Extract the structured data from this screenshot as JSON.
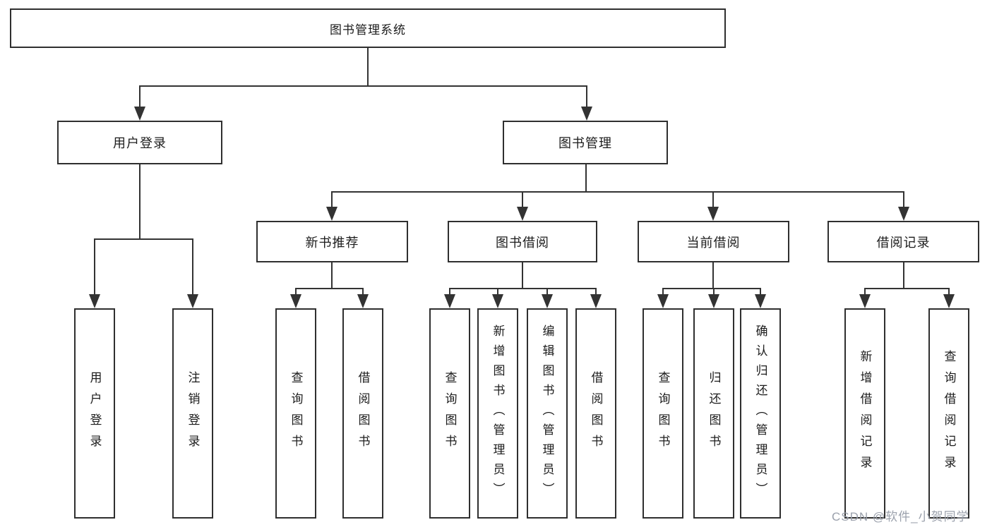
{
  "diagram": {
    "title_box": {
      "label": "图书管理系统"
    },
    "level2": [
      {
        "label": "用户登录"
      },
      {
        "label": "图书管理"
      }
    ],
    "level3": [
      {
        "label": "新书推荐"
      },
      {
        "label": "图书借阅"
      },
      {
        "label": "当前借阅"
      },
      {
        "label": "借阅记录"
      }
    ],
    "leaf_groups": [
      {
        "parent": "用户登录",
        "items": [
          {
            "label": "用户登录"
          },
          {
            "label": "注销登录"
          }
        ]
      },
      {
        "parent": "新书推荐",
        "items": [
          {
            "label": "查询图书"
          },
          {
            "label": "借阅图书"
          }
        ]
      },
      {
        "parent": "图书借阅",
        "items": [
          {
            "label": "查询图书"
          },
          {
            "label": "新增图书（管理员）"
          },
          {
            "label": "编辑图书（管理员）"
          },
          {
            "label": "借阅图书"
          }
        ]
      },
      {
        "parent": "当前借阅",
        "items": [
          {
            "label": "查询图书"
          },
          {
            "label": "归还图书"
          },
          {
            "label": "确认归还（管理员）"
          }
        ]
      },
      {
        "parent": "借阅记录",
        "items": [
          {
            "label": "新增借阅记录"
          },
          {
            "label": "查询借阅记录"
          }
        ]
      }
    ]
  },
  "watermark": {
    "text": "CSDN @软件_小贺同学"
  },
  "colors": {
    "line": "#333333",
    "box_border": "#2f2f2f",
    "text": "#1c1c1c",
    "background": "#ffffff",
    "watermark": "#9ba1ac"
  }
}
